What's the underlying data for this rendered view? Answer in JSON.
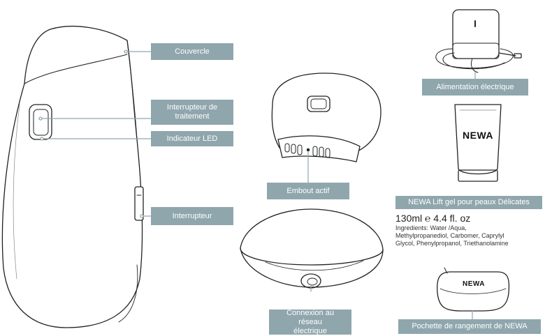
{
  "labels": {
    "cover": "Couvercle",
    "treatment_switch": "Interrupteur de traitement",
    "led": "Indicateur LED",
    "switch": "Interrupteur",
    "active_tip": "Embout actif",
    "power_connection": "Connexion au réseau électrique",
    "power_supply": "Alimentation électrique",
    "gel": "NEWA Lift gel pour peaux Délicates",
    "pouch": "Pochette de rangement de NEWA"
  },
  "gel": {
    "quantity": "130ml ℮ 4.4 fl. oz",
    "ingredients": [
      "Ingredients: Water /Aqua,",
      "Methylpropanediol, Carbomer, Caprylyl",
      "Glycol, Phenylpropanol, Triethanolamine"
    ]
  },
  "brand": {
    "tube": "NEWA",
    "pouch": "NEWA"
  },
  "colors": {
    "label_bg": "#8fa6ad",
    "label_text": "#ffffff",
    "line": "#222222"
  }
}
